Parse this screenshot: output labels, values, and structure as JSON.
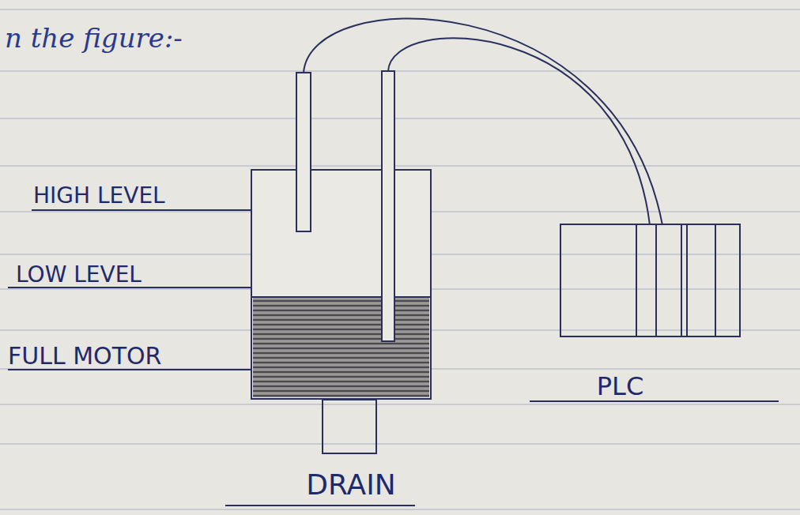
{
  "diagram": {
    "nodes": [
      {
        "text": [
          "PLC"
        ]
      },
      {
        "text": [
          "DRAIN"
        ]
      }
    ],
    "labels": [
      "n the figure:-",
      "HIGH LEVEL",
      "LOW LEVEL",
      "FULL MOTOR"
    ]
  }
}
